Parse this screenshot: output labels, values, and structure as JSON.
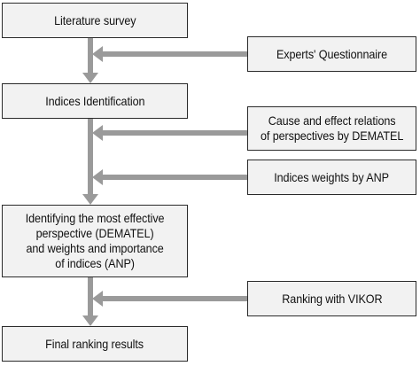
{
  "diagram": {
    "main_flow": [
      {
        "id": "literature",
        "label": "Literature survey"
      },
      {
        "id": "indices",
        "label": "Indices Identification"
      },
      {
        "id": "identifying",
        "label": "Identifying the most effective\nperspective (DEMATEL)\nand weights and importance\nof indices (ANP)"
      },
      {
        "id": "final",
        "label": "Final ranking results"
      }
    ],
    "inputs": [
      {
        "id": "experts",
        "label": "Experts' Questionnaire",
        "target": "indices"
      },
      {
        "id": "cause",
        "label": "Cause and effect relations\nof perspectives by DEMATEL",
        "target": "identifying"
      },
      {
        "id": "weights",
        "label": "Indices weights by ANP",
        "target": "identifying"
      },
      {
        "id": "vikor",
        "label": "Ranking with VIKOR",
        "target": "final"
      }
    ],
    "colors": {
      "box_fill": "#f2f2f2",
      "box_border": "#2a2a2a",
      "arrow": "#9a9a9a",
      "text": "#111111"
    }
  }
}
